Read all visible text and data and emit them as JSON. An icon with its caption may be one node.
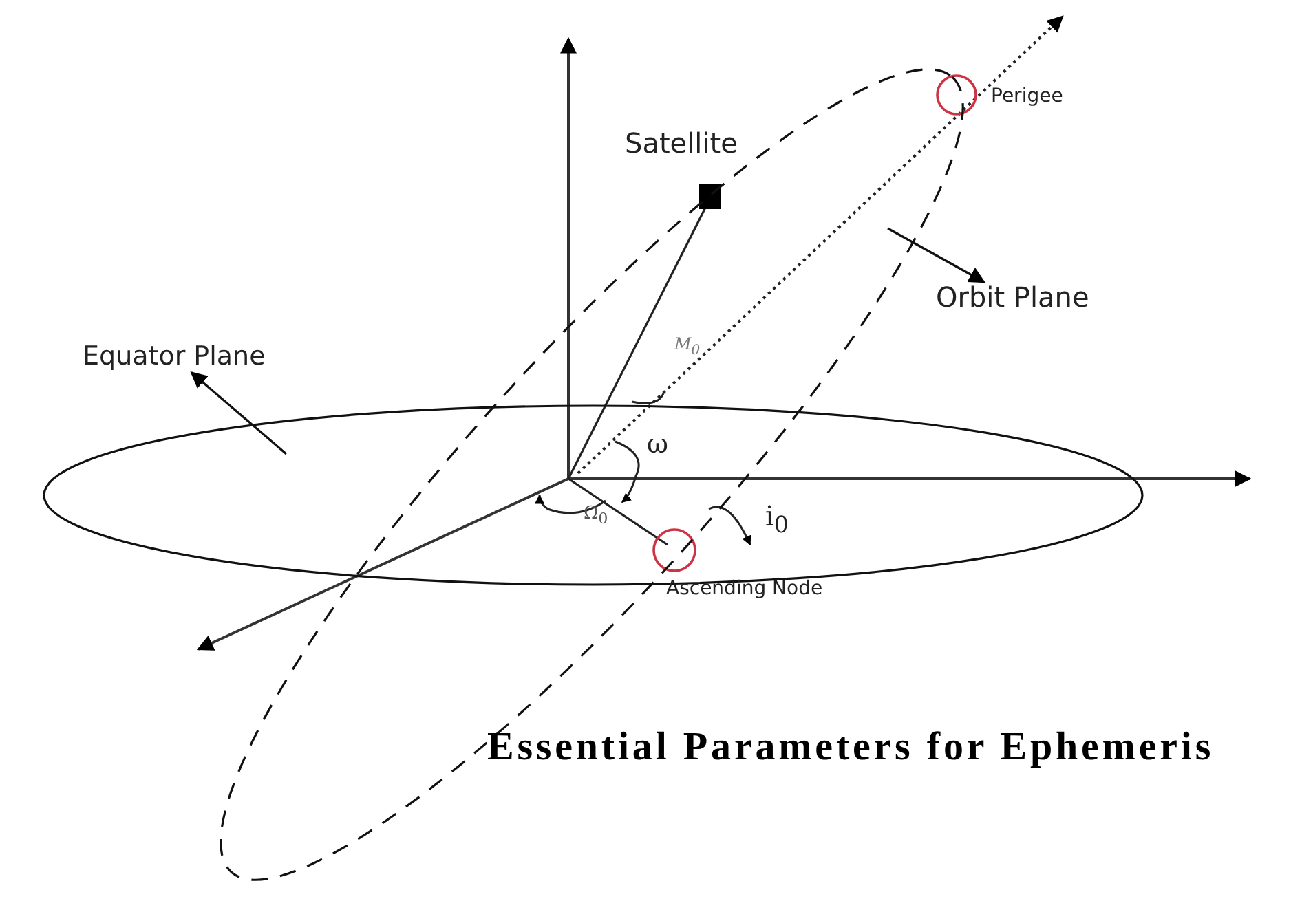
{
  "diagram": {
    "title": "Essential Parameters for Ephemeris",
    "nodes": [
      {
        "text": [
          "Equator Plane"
        ]
      },
      {
        "text": [
          "Orbit Plane"
        ]
      }
    ],
    "edges": [
      {
        "from": null,
        "to": 0,
        "arrow": "to"
      },
      {
        "from": null,
        "to": 1,
        "arrow": "to"
      }
    ],
    "labels": [
      "Satellite",
      "Perigee",
      "M$_{0}$",
      "ω",
      "Ω$_{0}$",
      "i$_{0}$",
      "Ascending Node"
    ]
  }
}
